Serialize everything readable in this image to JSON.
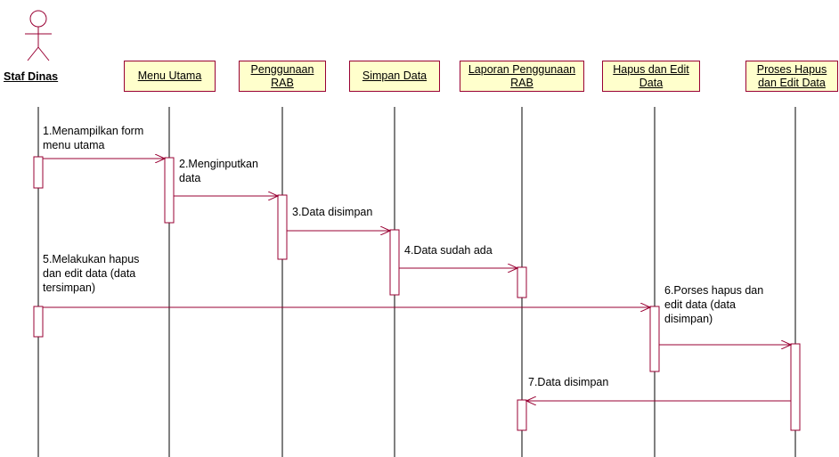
{
  "actor": {
    "name": "Staf Dinas"
  },
  "objects": [
    {
      "line1": "Menu Utama",
      "line2": ""
    },
    {
      "line1": "Penggunaan",
      "line2": "RAB"
    },
    {
      "line1": "Simpan Data",
      "line2": ""
    },
    {
      "line1": "Laporan Penggunaan",
      "line2": "RAB"
    },
    {
      "line1": "Hapus dan Edit",
      "line2": "Data"
    },
    {
      "line1": "Proses Hapus",
      "line2": "dan Edit Data"
    }
  ],
  "messages": [
    {
      "text": "1.Menampilkan form\nmenu utama"
    },
    {
      "text": "2.Menginputkan\ndata"
    },
    {
      "text": "3.Data disimpan"
    },
    {
      "text": "4.Data sudah ada"
    },
    {
      "text": "5.Melakukan hapus\ndan edit data (data\ntersimpan)"
    },
    {
      "text": "6.Porses hapus dan\nedit data (data\ndisimpan)"
    },
    {
      "text": "7.Data disimpan"
    }
  ],
  "colors": {
    "line": "#990033",
    "box_fill": "#ffffcc",
    "lifeline": "#000000"
  }
}
